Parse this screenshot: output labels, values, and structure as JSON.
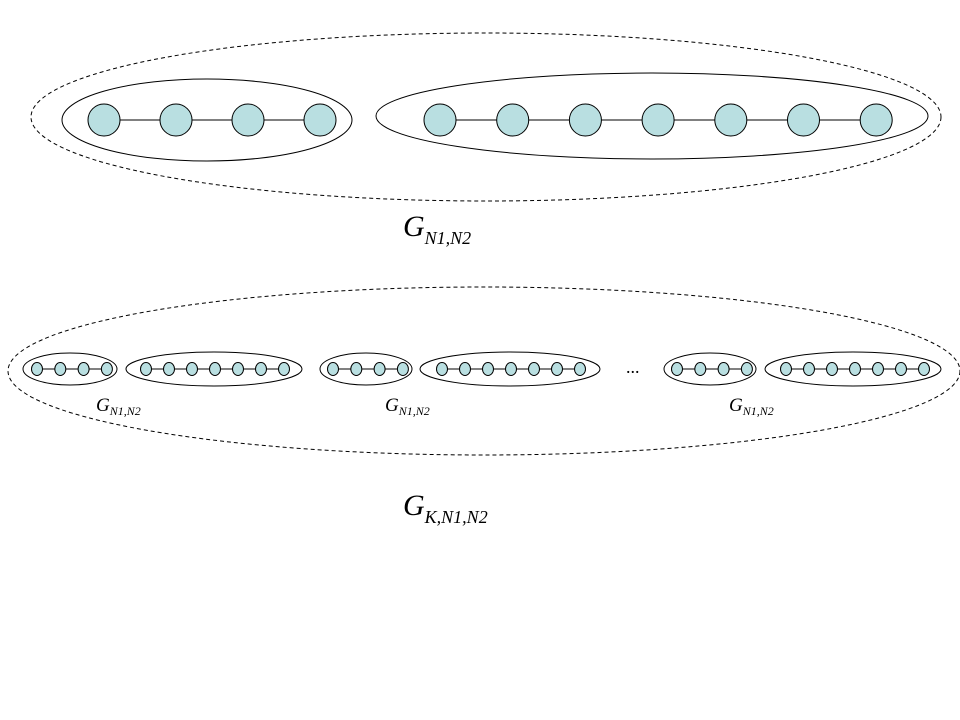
{
  "colors": {
    "node_fill": "#b9dfe1",
    "stroke": "#000000"
  },
  "top_diagram": {
    "group1_nodes": 4,
    "group2_nodes": 7,
    "label": {
      "main": "G",
      "sub": "N1,N2"
    }
  },
  "bottom_diagram": {
    "copies": 3,
    "group1_nodes": 4,
    "group2_nodes": 7,
    "copy_label": {
      "main": "G",
      "sub": "N1,N2"
    },
    "ellipsis": "...",
    "label": {
      "main": "G",
      "sub": "K,N1,N2"
    }
  }
}
